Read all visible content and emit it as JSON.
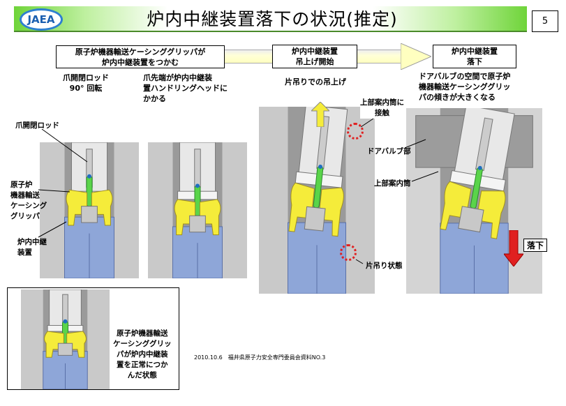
{
  "header": {
    "logo": "JAEA",
    "title": "炉内中継装置落下の状況(推定)",
    "page_number": "5"
  },
  "steps": [
    {
      "line1": "原子炉機器輸送ケーシンググリッパが",
      "line2": "炉内中継装置をつかむ"
    },
    {
      "line1": "炉内中継装置",
      "line2": "吊上げ開始"
    },
    {
      "line1": "炉内中継装置",
      "line2": "落下"
    }
  ],
  "captions": {
    "rod_rotate": [
      "爪開閉ロッド",
      "90° 回転"
    ],
    "claw_tip": [
      "爪先端が炉内中継装",
      "置ハンドリングヘッドに",
      "かかる"
    ],
    "one_side_lift": "片吊りでの吊上げ",
    "tilt": [
      "ドアバルブの空間で原子炉",
      "機器輸送ケーシンググリッ",
      "パの傾きが大きくなる"
    ]
  },
  "labels": {
    "rod": "爪開閉ロッド",
    "gripper": [
      "原子炉",
      "機器輸送",
      "ケーシング",
      "グリッパ"
    ],
    "relay": [
      "炉内中継",
      "装置"
    ],
    "contact": [
      "上部案内筒に",
      "接触"
    ],
    "one_side_state": "片吊り状態",
    "door_valve": "ドアバルブ部",
    "upper_guide": "上部案内筒",
    "fall": "落下"
  },
  "bottom": {
    "text": [
      "原子炉機器輸送",
      "ケーシンググリッ",
      "パが炉内中継装",
      "置を正常につか",
      "んだ状態"
    ]
  },
  "note": "2010.10.6　福井県原子力安全専門委員会資料NO.3",
  "colors": {
    "gripper": "#f5ec3a",
    "rod": "#5ad44a",
    "relay": "#8ea6d8",
    "up_arrow": "#f5ec3a",
    "down_arrow": "#e02020",
    "contact_circle": "#e02020"
  }
}
